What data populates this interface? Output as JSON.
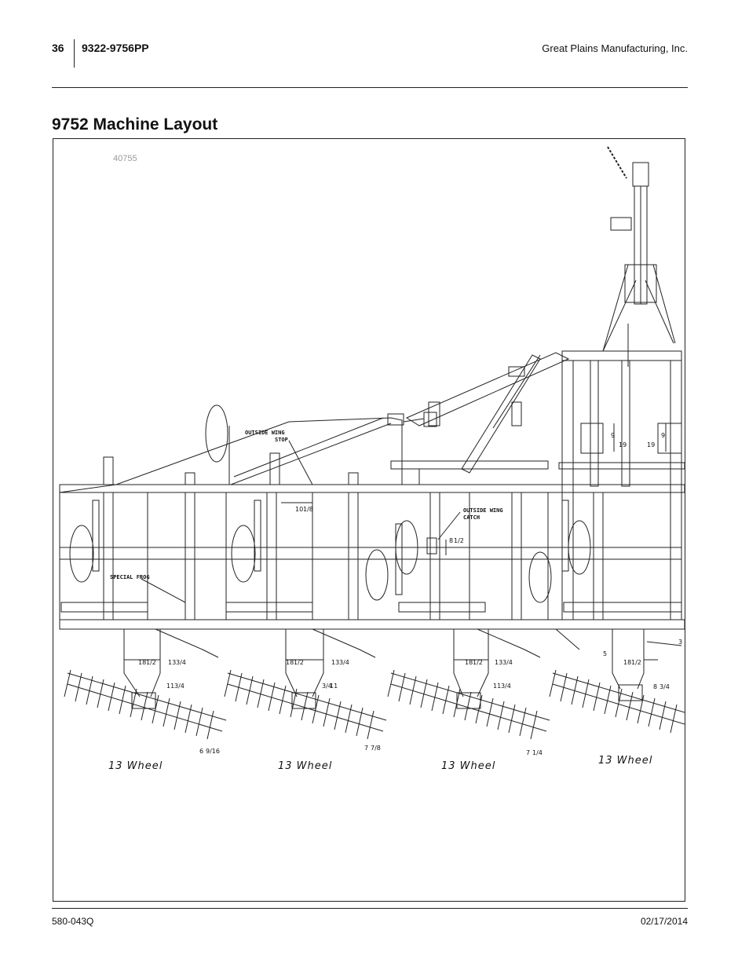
{
  "header": {
    "page_number": "36",
    "part_number": "9322-9756PP",
    "company": "Great Plains Manufacturing, Inc."
  },
  "title": "9752 Machine Layout",
  "figure": {
    "figure_number": "40755",
    "callouts": {
      "outside_wing_stop_1": "OUTSIDE WING",
      "outside_wing_stop_2": "STOP",
      "outside_wing_catch_1": "OUTSIDE WING",
      "outside_wing_catch_2": "CATCH",
      "special_frog": "SPECIAL FROG"
    },
    "wheel_labels": [
      "13 Wheel",
      "13 Wheel",
      "13 Wheel",
      "13 Wheel"
    ],
    "dimensions": {
      "d_9_a": "9",
      "d_19_a": "19",
      "d_9_b": "9",
      "d_19_b": "19",
      "d_10": "10",
      "d_10_frac": "1/8",
      "d_8_a": "8",
      "d_8_a_frac": "1/2",
      "d_18_a": "18",
      "d_18_a_frac": "1/2",
      "d_13_a": "13",
      "d_13_a_frac": "3/4",
      "d_11_a": "11",
      "d_11_a_frac": "3/4",
      "d_18_b": "18",
      "d_18_b_frac": "1/2",
      "d_13_b": "13",
      "d_13_b_frac": "3/4",
      "d_11_b": "11",
      "d_11_b_frac": "3/4",
      "d_18_c": "18",
      "d_18_c_frac": "1/2",
      "d_13_c": "13",
      "d_13_c_frac": "3/4",
      "d_11_c": "11",
      "d_11_c_frac": "3/4",
      "d_5": "5",
      "d_18_d": "18",
      "d_18_d_frac": "1/2",
      "d_8_b": "8",
      "d_8_b_frac": "3/4",
      "d_6": "6",
      "d_6_frac": "9/16",
      "d_7_a": "7",
      "d_7_a_frac": "7/8",
      "d_7_b": "7",
      "d_7_b_frac": "1/4",
      "d_3": "3"
    }
  },
  "footer": {
    "doc_code": "580-043Q",
    "date": "02/17/2014"
  }
}
